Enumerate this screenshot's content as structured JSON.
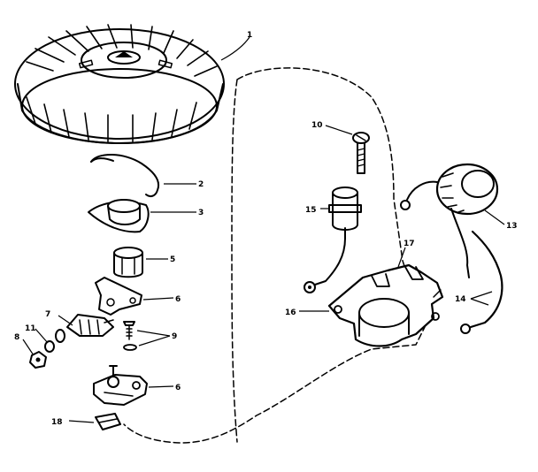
{
  "labels": {
    "p1": "1",
    "p2": "2",
    "p3": "3",
    "p5": "5",
    "p6a": "6",
    "p6b": "6",
    "p7": "7",
    "p8": "8",
    "p9": "9",
    "p10": "10",
    "p11": "11",
    "p13": "13",
    "p14": "14",
    "p15": "15",
    "p16": "16",
    "p17": "17",
    "p18": "18"
  }
}
